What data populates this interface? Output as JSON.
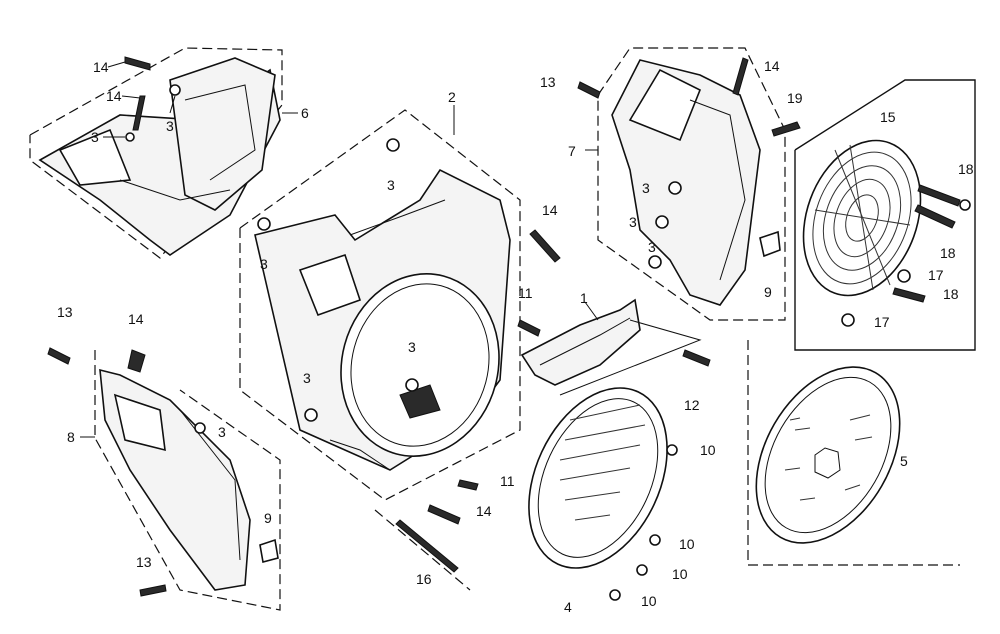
{
  "callouts": [
    {
      "id": "c-14-a",
      "text": "14"
    },
    {
      "id": "c-14-b",
      "text": "14"
    },
    {
      "id": "c-3-a",
      "text": "3"
    },
    {
      "id": "c-3-b",
      "text": "3"
    },
    {
      "id": "c-6",
      "text": "6"
    },
    {
      "id": "c-2",
      "text": "2"
    },
    {
      "id": "c-3-c",
      "text": "3"
    },
    {
      "id": "c-3-d",
      "text": "3"
    },
    {
      "id": "c-14-c",
      "text": "14"
    },
    {
      "id": "c-13-a",
      "text": "13"
    },
    {
      "id": "c-14-d",
      "text": "14"
    },
    {
      "id": "c-7",
      "text": "7"
    },
    {
      "id": "c-19",
      "text": "19"
    },
    {
      "id": "c-3-e",
      "text": "3"
    },
    {
      "id": "c-3-f",
      "text": "3"
    },
    {
      "id": "c-3-g",
      "text": "3"
    },
    {
      "id": "c-9-a",
      "text": "9"
    },
    {
      "id": "c-15",
      "text": "15"
    },
    {
      "id": "c-18-a",
      "text": "18"
    },
    {
      "id": "c-18-b",
      "text": "18"
    },
    {
      "id": "c-17-a",
      "text": "17"
    },
    {
      "id": "c-18-c",
      "text": "18"
    },
    {
      "id": "c-17-b",
      "text": "17"
    },
    {
      "id": "c-13-b",
      "text": "13"
    },
    {
      "id": "c-14-e",
      "text": "14"
    },
    {
      "id": "c-8",
      "text": "8"
    },
    {
      "id": "c-3-h",
      "text": "3"
    },
    {
      "id": "c-9-b",
      "text": "9"
    },
    {
      "id": "c-13-c",
      "text": "13"
    },
    {
      "id": "c-11-a",
      "text": "11"
    },
    {
      "id": "c-1",
      "text": "1"
    },
    {
      "id": "c-12",
      "text": "12"
    },
    {
      "id": "c-3-i",
      "text": "3"
    },
    {
      "id": "c-3-j",
      "text": "3"
    },
    {
      "id": "c-11-b",
      "text": "11"
    },
    {
      "id": "c-14-f",
      "text": "14"
    },
    {
      "id": "c-16",
      "text": "16"
    },
    {
      "id": "c-10-a",
      "text": "10"
    },
    {
      "id": "c-10-b",
      "text": "10"
    },
    {
      "id": "c-10-c",
      "text": "10"
    },
    {
      "id": "c-10-d",
      "text": "10"
    },
    {
      "id": "c-4",
      "text": "4"
    },
    {
      "id": "c-5",
      "text": "5"
    }
  ]
}
